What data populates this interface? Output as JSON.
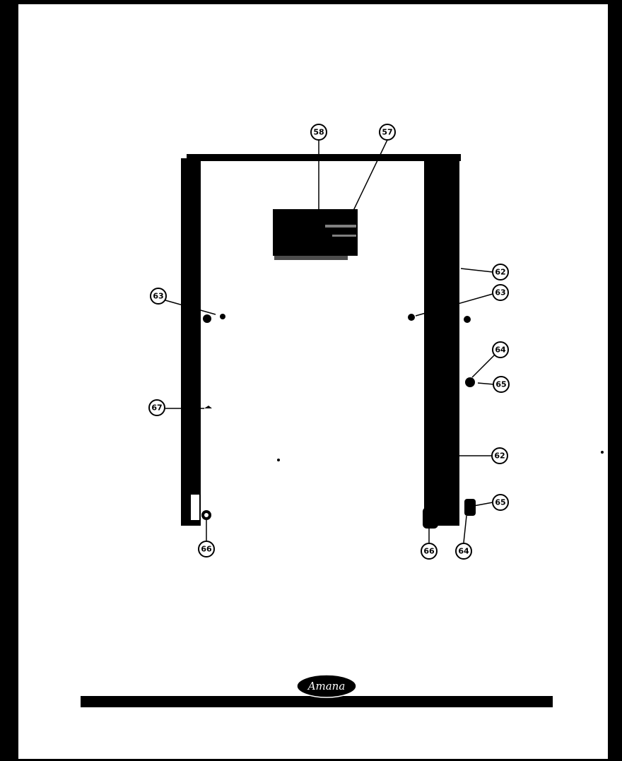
{
  "diagram": {
    "brand_logo": "Amana",
    "callouts": [
      {
        "id": "callout-58-top",
        "label": "58"
      },
      {
        "id": "callout-57-top",
        "label": "57"
      },
      {
        "id": "callout-62-upper-right",
        "label": "62"
      },
      {
        "id": "callout-63-left",
        "label": "63"
      },
      {
        "id": "callout-63-right",
        "label": "63"
      },
      {
        "id": "callout-64-right",
        "label": "64"
      },
      {
        "id": "callout-65-right",
        "label": "65"
      },
      {
        "id": "callout-67-left",
        "label": "67"
      },
      {
        "id": "callout-62-lower-right",
        "label": "62"
      },
      {
        "id": "callout-65-bottom-right",
        "label": "65"
      },
      {
        "id": "callout-66-bottom-left",
        "label": "66"
      },
      {
        "id": "callout-66-bottom-right",
        "label": "66"
      },
      {
        "id": "callout-64-bottom-right",
        "label": "64"
      }
    ]
  }
}
